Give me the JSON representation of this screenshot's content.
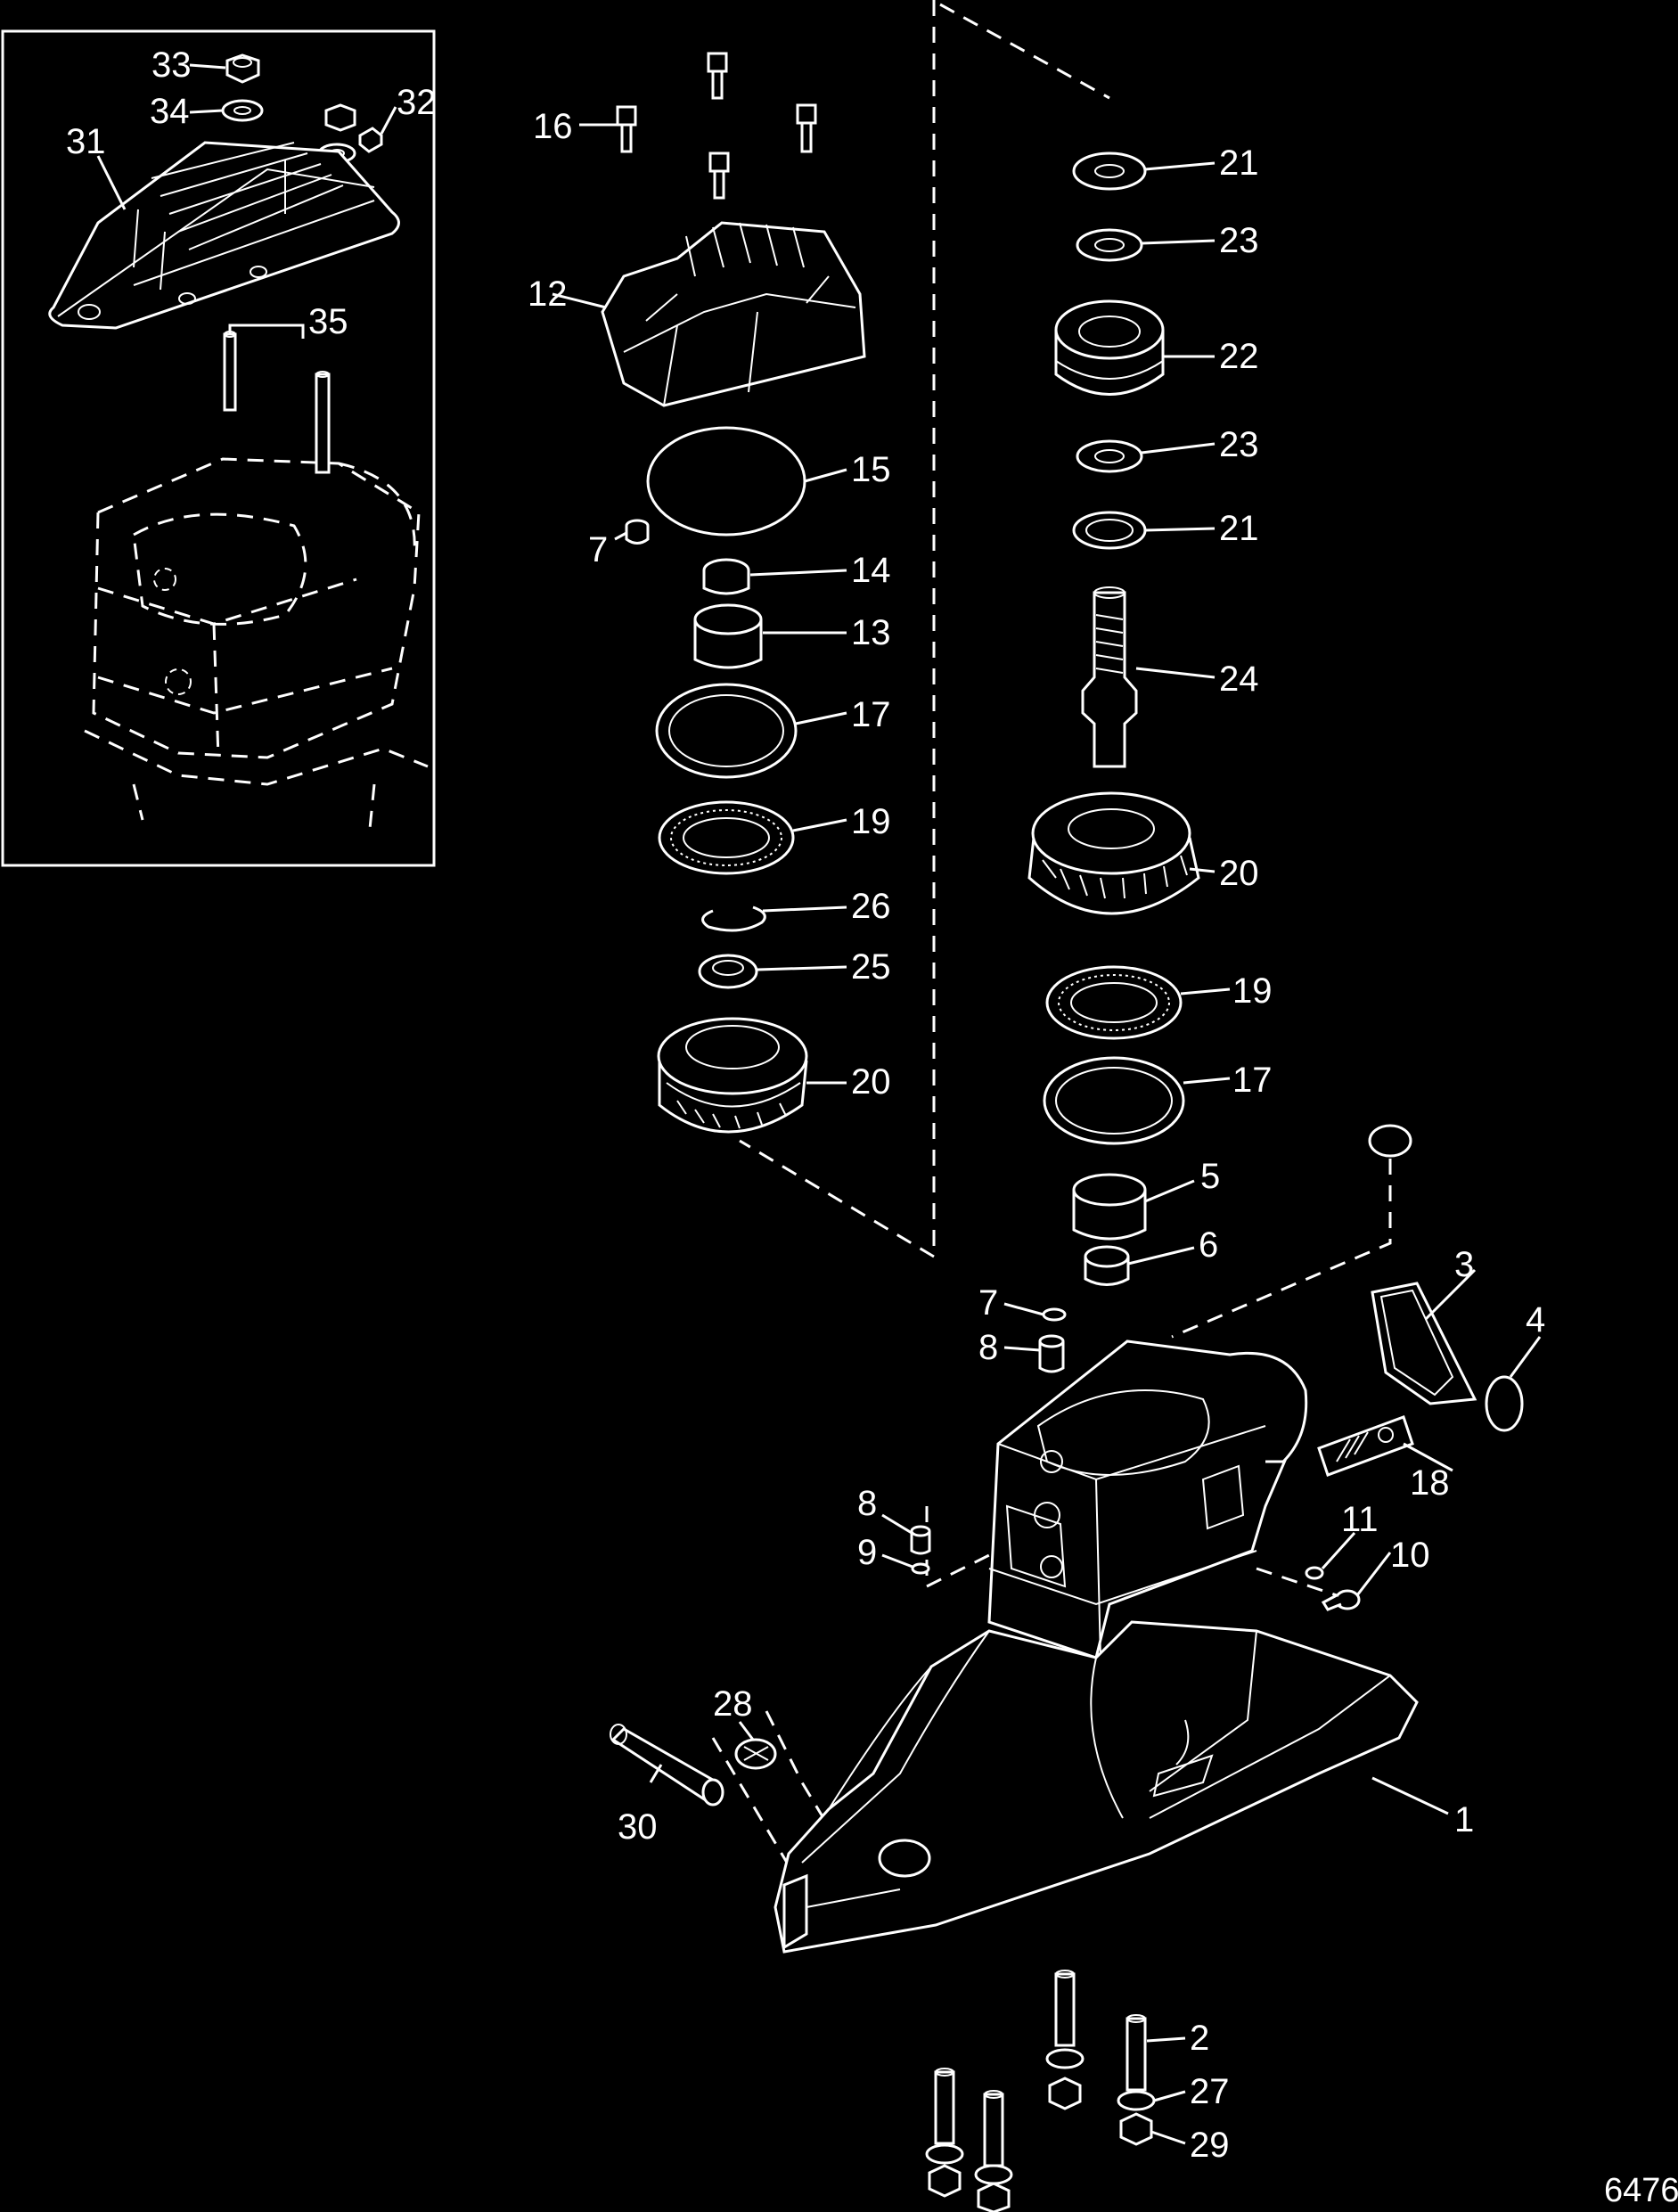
{
  "figure_id": "6476",
  "inset_label_texts": [
    "31",
    "32",
    "33",
    "34",
    "35"
  ],
  "callouts": [
    {
      "id": "c33",
      "text": "33"
    },
    {
      "id": "c34",
      "text": "34"
    },
    {
      "id": "c32",
      "text": "32"
    },
    {
      "id": "c31",
      "text": "31"
    },
    {
      "id": "c35",
      "text": "35"
    },
    {
      "id": "c16",
      "text": "16"
    },
    {
      "id": "c12",
      "text": "12"
    },
    {
      "id": "c15",
      "text": "15"
    },
    {
      "id": "c7a",
      "text": "7"
    },
    {
      "id": "c14",
      "text": "14"
    },
    {
      "id": "c13",
      "text": "13"
    },
    {
      "id": "c17a",
      "text": "17"
    },
    {
      "id": "c19a",
      "text": "19"
    },
    {
      "id": "c26",
      "text": "26"
    },
    {
      "id": "c25",
      "text": "25"
    },
    {
      "id": "c20a",
      "text": "20"
    },
    {
      "id": "c21a",
      "text": "21"
    },
    {
      "id": "c23a",
      "text": "23"
    },
    {
      "id": "c22",
      "text": "22"
    },
    {
      "id": "c23b",
      "text": "23"
    },
    {
      "id": "c21b",
      "text": "21"
    },
    {
      "id": "c24",
      "text": "24"
    },
    {
      "id": "c20b",
      "text": "20"
    },
    {
      "id": "c19b",
      "text": "19"
    },
    {
      "id": "c17b",
      "text": "17"
    },
    {
      "id": "c5",
      "text": "5"
    },
    {
      "id": "c6",
      "text": "6"
    },
    {
      "id": "c7b",
      "text": "7"
    },
    {
      "id": "c8a",
      "text": "8"
    },
    {
      "id": "c3",
      "text": "3"
    },
    {
      "id": "c4",
      "text": "4"
    },
    {
      "id": "c18",
      "text": "18"
    },
    {
      "id": "c8b",
      "text": "8"
    },
    {
      "id": "c9",
      "text": "9"
    },
    {
      "id": "c11",
      "text": "11"
    },
    {
      "id": "c10",
      "text": "10"
    },
    {
      "id": "c28",
      "text": "28"
    },
    {
      "id": "c30",
      "text": "30"
    },
    {
      "id": "c1",
      "text": "1"
    },
    {
      "id": "c2",
      "text": "2"
    },
    {
      "id": "c27",
      "text": "27"
    },
    {
      "id": "c29",
      "text": "29"
    }
  ]
}
